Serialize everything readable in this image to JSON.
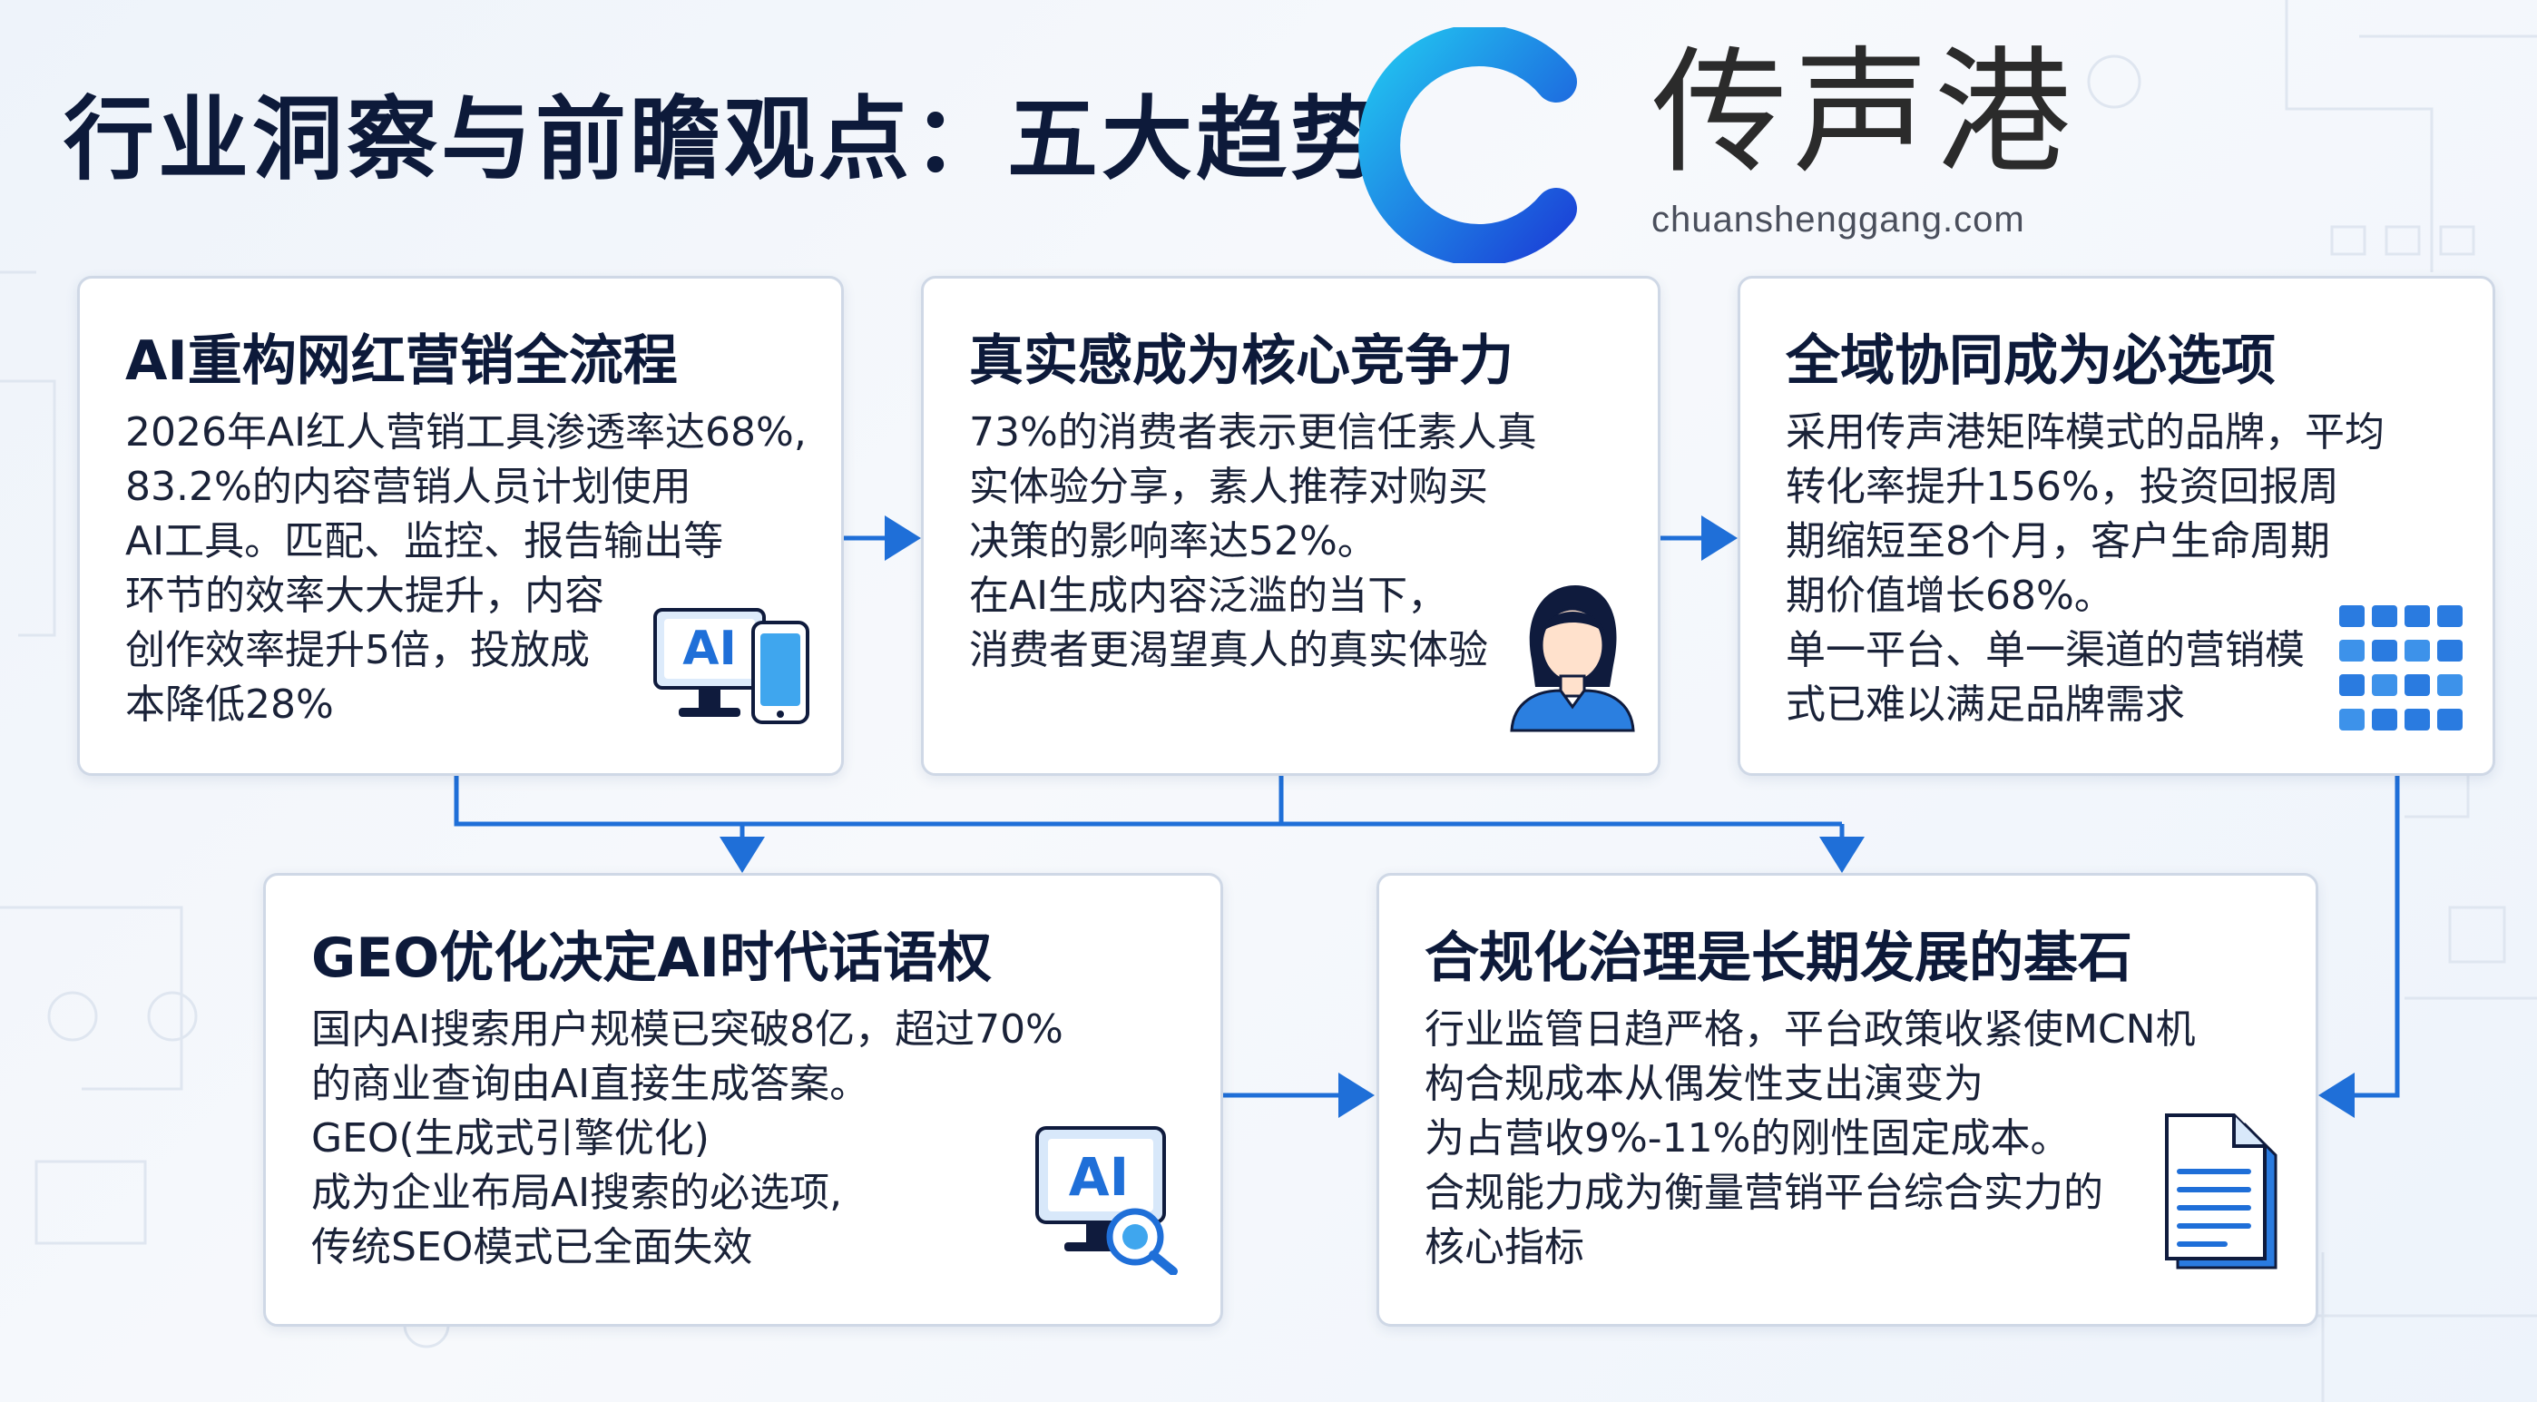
{
  "header": {
    "title": "行业洞察与前瞻观点：五大趋势",
    "brand_name": "传声港",
    "brand_url": "chuanshenggang.com"
  },
  "colors": {
    "accent": "#1f6fd8",
    "title": "#0d1a3a",
    "card_border": "#cfd8e6"
  },
  "cards": [
    {
      "title": "AI重构网红营销全流程",
      "lines": [
        "2026年AI红人营销工具渗透率达68%,",
        "83.2%的内容营销人员计划使用",
        "AI工具。匹配、监控、报告输出等",
        "环节的效率大大提升，内容",
        "创作效率提升5倍，投放成",
        "本降低28%"
      ],
      "icon": "ai-computer-phone-icon",
      "icon_text": "AI"
    },
    {
      "title": "真实感成为核心竞争力",
      "lines": [
        "73%的消费者表示更信任素人真",
        "实体验分享，素人推荐对购买",
        "决策的影响率达52%。",
        "在AI生成内容泛滥的当下，",
        "消费者更渴望真人的真实体验"
      ],
      "icon": "person-avatar-icon"
    },
    {
      "title": "全域协同成为必选项",
      "lines": [
        "采用传声港矩阵模式的品牌，平均",
        "转化率提升156%，投资回报周",
        "期缩短至8个月，客户生命周期",
        "期价值增长68%。",
        "单一平台、单一渠道的营销模",
        "式已难以满足品牌需求"
      ],
      "icon": "grid-matrix-icon"
    },
    {
      "title": "GEO优化决定AI时代话语权",
      "lines": [
        "国内AI搜索用户规模已突破8亿，超过70%",
        "的商业查询由AI直接生成答案。",
        "GEO(生成式引擎优化)",
        "成为企业布局AI搜索的必选项,",
        "传统SEO模式已全面失效"
      ],
      "icon": "ai-search-monitor-icon",
      "icon_text": "AI"
    },
    {
      "title": "合规化治理是长期发展的基石",
      "lines": [
        "行业监管日趋严格，平台政策收紧使MCN机",
        "构合规成本从偶发性支出演变为",
        "为占营收9%-11%的刚性固定成本。",
        "合规能力成为衡量营销平台综合实力的",
        "核心指标"
      ],
      "icon": "document-icon"
    }
  ]
}
